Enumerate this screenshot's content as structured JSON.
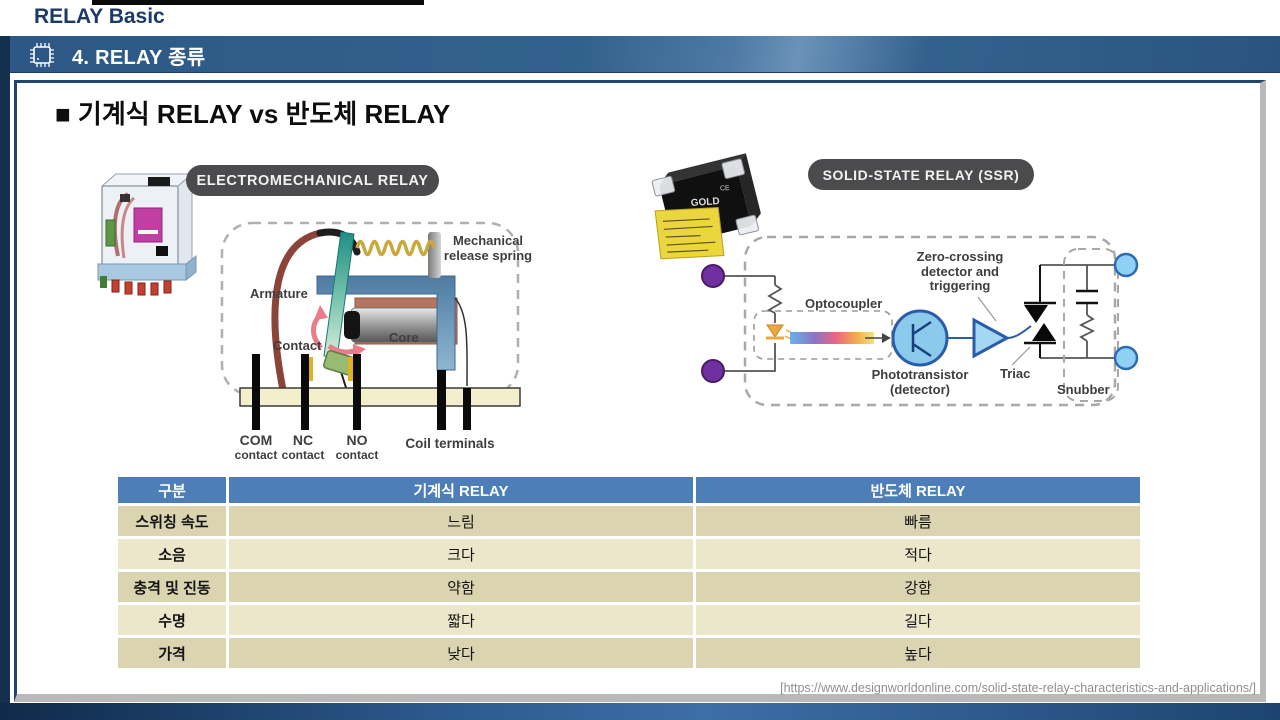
{
  "header": {
    "title": "RELAY Basic",
    "section": "4. RELAY 종류"
  },
  "main": {
    "heading": "■ 기계식 RELAY vs 반도체 RELAY",
    "emr": {
      "title": "ELECTROMECHANICAL RELAY",
      "labels": {
        "spring": "Mechanical release spring",
        "armature": "Armature",
        "contact": "Contact",
        "core": "Core",
        "com": "COM",
        "com_sub": "contact",
        "nc": "NC",
        "nc_sub": "contact",
        "no": "NO",
        "no_sub": "contact",
        "coil": "Coil terminals"
      }
    },
    "ssr": {
      "title": "SOLID-STATE RELAY (SSR)",
      "photo": {
        "brand": "GOLD",
        "mark": "CE"
      },
      "labels": {
        "optocoupler": "Optocoupler",
        "zero_crossing": "Zero-crossing detector and triggering",
        "phototransistor": "Phototransistor (detector)",
        "triac": "Triac",
        "snubber": "Snubber"
      }
    },
    "table": {
      "headers": [
        "구분",
        "기계식 RELAY",
        "반도체 RELAY"
      ],
      "rows": [
        [
          "스위칭 속도",
          "느림",
          "빠름"
        ],
        [
          "소음",
          "크다",
          "적다"
        ],
        [
          "충격 및 진동",
          "약함",
          "강함"
        ],
        [
          "수명",
          "짧다",
          "길다"
        ],
        [
          "가격",
          "낮다",
          "높다"
        ]
      ]
    },
    "citation": "[https://www.designworldonline.com/solid-state-relay-characteristics-and-applications/]"
  },
  "colors": {
    "banner_blue": "#33618e",
    "navy_strip": "#15304f",
    "frame_border": "#24456b",
    "table_header_blue": "#4d7eb8",
    "row_dark": "#dbd4b0",
    "row_light": "#ece6cb",
    "pill_gray": "#4b4a4c",
    "terminal_purple": "#7031a0",
    "terminal_blue": "#8fd0f4"
  }
}
